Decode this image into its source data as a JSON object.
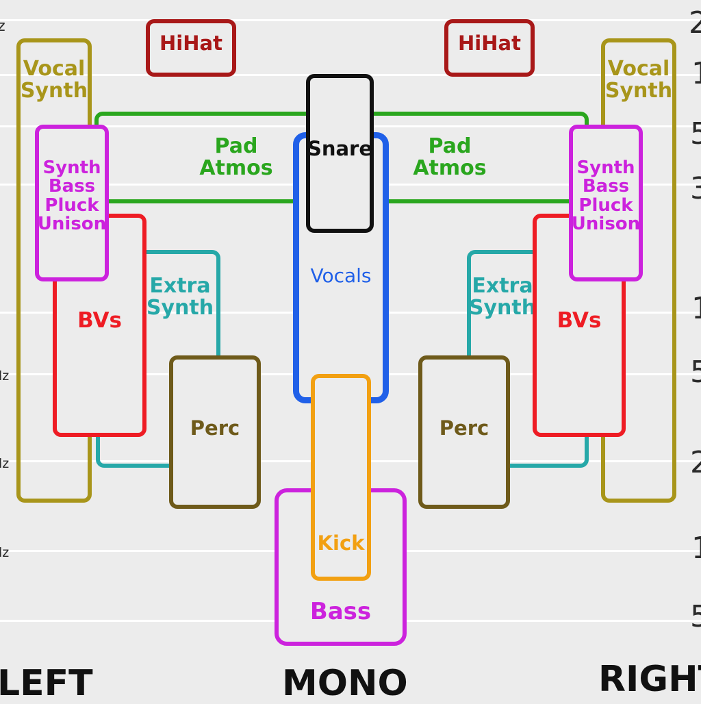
{
  "colors": {
    "background": "#ececec",
    "gridline": "#ffffff",
    "vocal_synth": "#a8951a",
    "hihat": "#a81818",
    "pad_atmos": "#2aa61e",
    "snare": "#111111",
    "vocals": "#2060e8",
    "synth_bass": "#cc22dd",
    "bvs": "#ee1c24",
    "extra_synth": "#26a8a8",
    "perc": "#6e5a1a",
    "kick": "#f2a012",
    "bass": "#cc22dd"
  },
  "left_ticks": [
    "lz",
    "lz",
    "lz"
  ],
  "right_ticks": [
    "2",
    "1",
    "5",
    "3",
    "1",
    "5",
    "2",
    "1",
    "5"
  ],
  "labels": {
    "hihat": "HiHat",
    "vocal_synth": "Vocal\nSynth",
    "pad_atmos": "Pad\nAtmos",
    "snare": "Snare",
    "vocals": "Vocals",
    "synth_bass": "Synth\nBass\nPluck\nUnison",
    "bvs": "BVs",
    "extra_synth": "Extra\nSynth",
    "perc": "Perc",
    "kick": "Kick",
    "bass": "Bass"
  },
  "axis": {
    "left": "LEFT",
    "mono": "MONO",
    "right": "RIGHT"
  }
}
